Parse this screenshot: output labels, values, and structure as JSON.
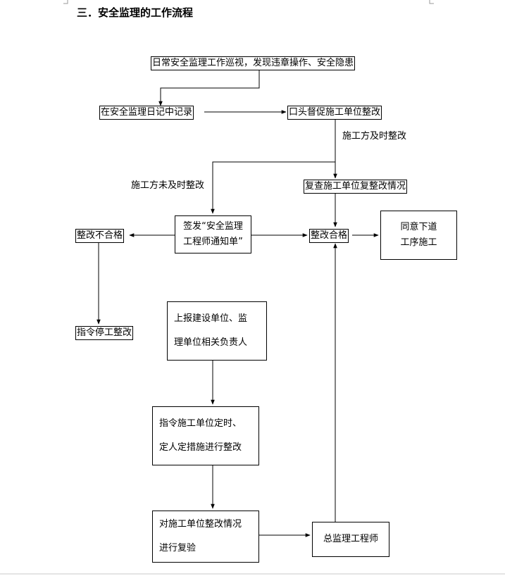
{
  "heading": "三．安全监理的工作流程",
  "nodes": {
    "patrol": "日常安全监理工作巡视，发现违章操作、安全隐患",
    "diary": "在安全监理日记中记录",
    "verbal": "口头督促施工单位整改",
    "recheck_status": "复查施工单位复整改情况",
    "sign_line1": "签发“安全监理",
    "sign_line2": "工程师通知单”",
    "not_pass": "整改不合格",
    "pass": "整改合格",
    "agree_line1": "同意下道",
    "agree_line2": "工序施工",
    "stop": "指令停工整改",
    "report_line1": "上报建设单位、监",
    "report_line2": "理单位相关负责人",
    "order_line1": "指令施工单位定时、",
    "order_line2": "定人定措施进行整改",
    "recheck_line1": "对施工单位整改情况",
    "recheck_line2": "进行复验",
    "chief": "总监理工程师"
  },
  "edge_labels": {
    "timely": "施工方及时整改",
    "not_timely": "施工方未及时整改"
  }
}
